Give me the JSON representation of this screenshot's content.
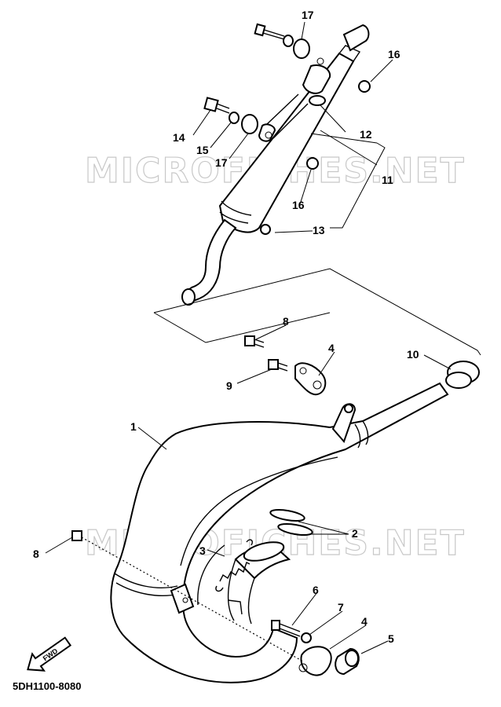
{
  "watermark": "MICROFICHES.NET",
  "diagram_code": "5DH1100-8080",
  "fwd_label": "FWD",
  "callouts": {
    "c1": "1",
    "c2": "2",
    "c3": "3",
    "c4a": "4",
    "c4b": "4",
    "c5": "5",
    "c6": "6",
    "c7": "7",
    "c8a": "8",
    "c8b": "8",
    "c9": "9",
    "c10": "10",
    "c11": "11",
    "c12": "12",
    "c13": "13",
    "c14": "14",
    "c15": "15",
    "c16a": "16",
    "c16b": "16",
    "c17a": "17",
    "c17b": "17"
  }
}
